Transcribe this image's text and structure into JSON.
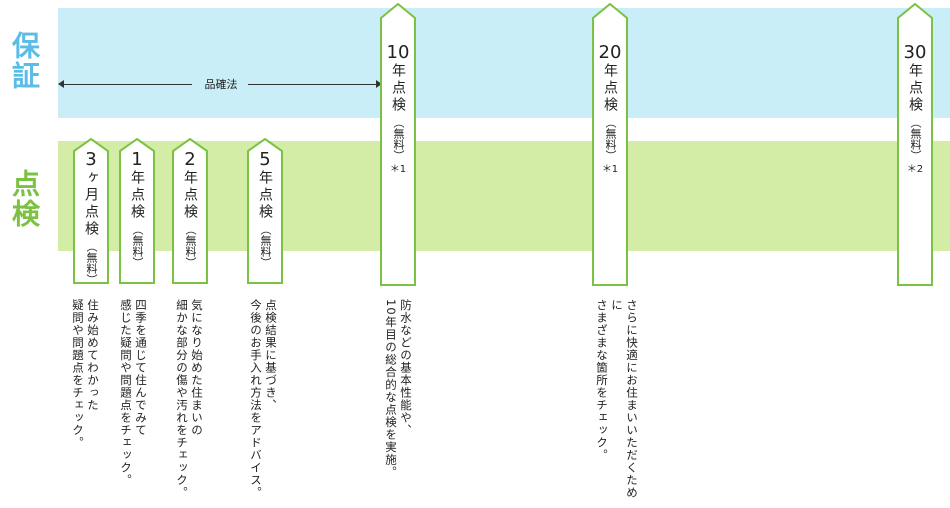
{
  "row_labels": {
    "warranty": "保証",
    "inspection": "点検"
  },
  "law_label": "品確法",
  "markers": [
    {
      "num": "3",
      "text": "ヶ月点検",
      "sub": "（無料）",
      "note": "",
      "desc": [
        "住み始めてわかった",
        "疑問や問題点をチェック。"
      ]
    },
    {
      "num": "1",
      "text": "年点検",
      "sub": "（無料）",
      "note": "",
      "desc": [
        "四季を通じて住んでみて",
        "感じた疑問や問題点をチェック。"
      ]
    },
    {
      "num": "2",
      "text": "年点検",
      "sub": "（無料）",
      "note": "",
      "desc": [
        "気になり始めた住まいの",
        "細かな部分の傷や汚れをチェック。"
      ]
    },
    {
      "num": "5",
      "text": "年点検",
      "sub": "（無料）",
      "note": "",
      "desc": [
        "点検結果に基づき、",
        "今後のお手入れ方法をアドバイス。"
      ]
    },
    {
      "num": "10",
      "text": "年点検",
      "sub": "（無料）",
      "note": "＊1",
      "desc": [
        "防水などの基本性能や、",
        "10年目の総合的な点検を実施。"
      ]
    },
    {
      "num": "20",
      "text": "年点検",
      "sub": "（無料）",
      "note": "＊1",
      "desc": [
        "さらに快適にお住まいいただくために",
        "さまざまな箇所をチェック。"
      ]
    },
    {
      "num": "30",
      "text": "年点検",
      "sub": "（無料）",
      "note": "＊2",
      "desc": []
    }
  ]
}
